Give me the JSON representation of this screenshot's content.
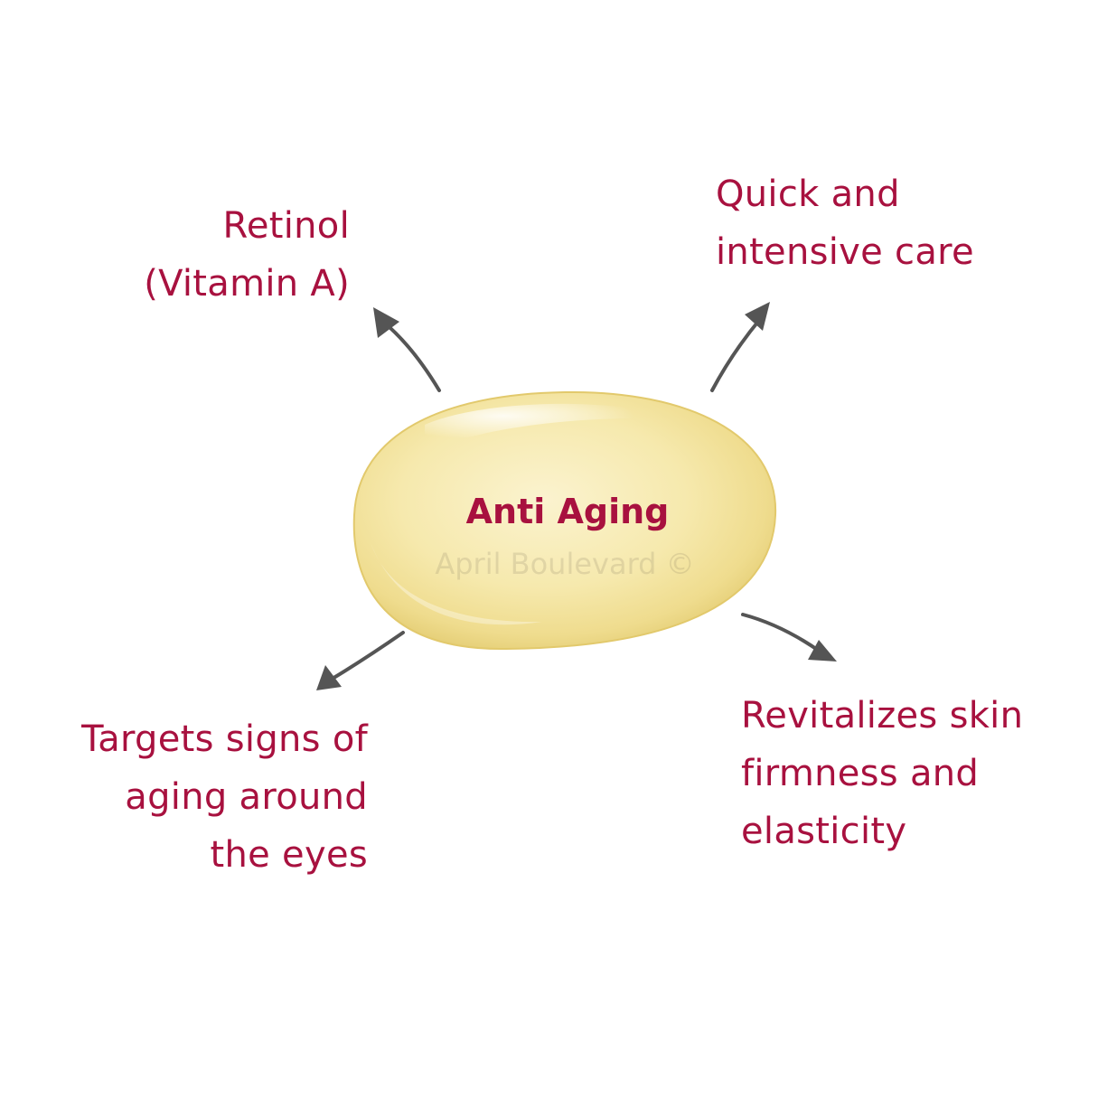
{
  "center": {
    "title": "Anti Aging",
    "watermark": "April Boulevard ©"
  },
  "labels": {
    "top_left": "Retinol\n(Vitamin A)",
    "top_right": "Quick and\nintensive care",
    "bottom_left": "Targets signs of\naging around\nthe eyes",
    "bottom_right": "Revitalizes skin\nfirmness and\nelasticity"
  },
  "colors": {
    "accent": "#a8113f",
    "arrow": "#555555",
    "capsule": "#f6e7a6"
  }
}
